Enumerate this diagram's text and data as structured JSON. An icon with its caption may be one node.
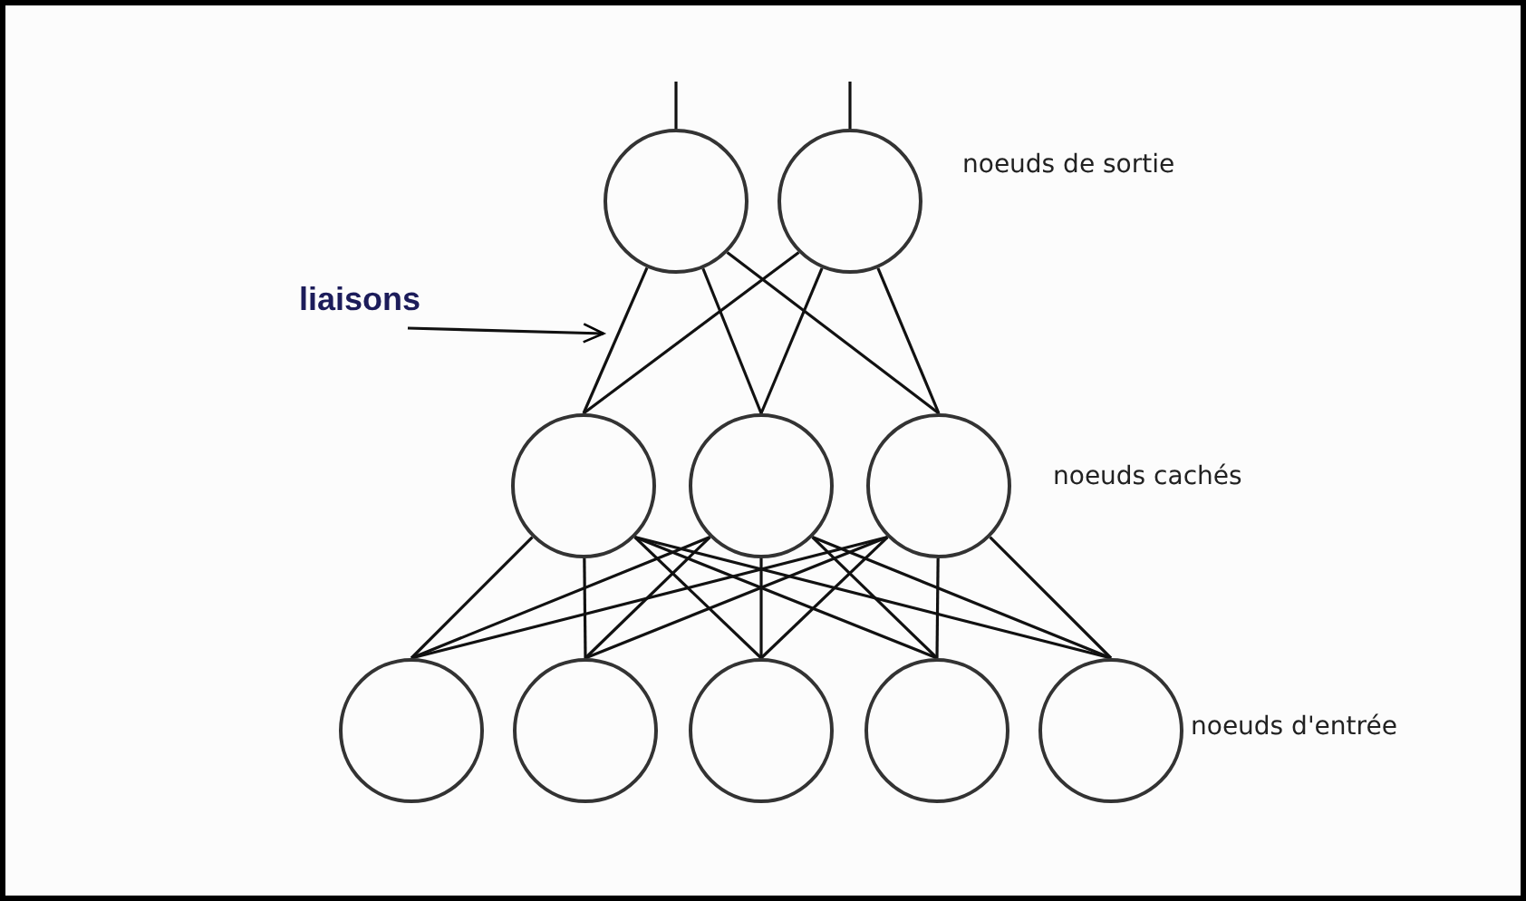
{
  "diagram": {
    "nodes": [
      {
        "text": [],
        "shape": "circle"
      },
      {
        "text": [],
        "shape": "circle"
      },
      {
        "text": [],
        "shape": "circle"
      },
      {
        "text": [],
        "shape": "circle"
      },
      {
        "text": [],
        "shape": "circle"
      },
      {
        "text": [],
        "shape": "circle"
      },
      {
        "text": [],
        "shape": "circle"
      },
      {
        "text": [],
        "shape": "circle"
      },
      {
        "text": [],
        "shape": "circle"
      },
      {
        "text": [],
        "shape": "circle"
      },
      {
        "text": [
          "liaisons"
        ]
      }
    ],
    "edges": [
      {
        "from": 2,
        "to": 0,
        "arrow": "none"
      },
      {
        "from": 2,
        "to": 1,
        "arrow": "none"
      },
      {
        "from": 3,
        "to": 0,
        "arrow": "none"
      },
      {
        "from": 3,
        "to": 1,
        "arrow": "none"
      },
      {
        "from": 4,
        "to": 0,
        "arrow": "none"
      },
      {
        "from": 4,
        "to": 1,
        "arrow": "none"
      },
      {
        "from": 5,
        "to": 2,
        "arrow": "none"
      },
      {
        "from": 5,
        "to": 3,
        "arrow": "none"
      },
      {
        "from": 5,
        "to": 4,
        "arrow": "none"
      },
      {
        "from": 6,
        "to": 2,
        "arrow": "none"
      },
      {
        "from": 6,
        "to": 3,
        "arrow": "none"
      },
      {
        "from": 6,
        "to": 4,
        "arrow": "none"
      },
      {
        "from": 7,
        "to": 2,
        "arrow": "none"
      },
      {
        "from": 7,
        "to": 3,
        "arrow": "none"
      },
      {
        "from": 7,
        "to": 4,
        "arrow": "none"
      },
      {
        "from": 8,
        "to": 2,
        "arrow": "none"
      },
      {
        "from": 8,
        "to": 3,
        "arrow": "none"
      },
      {
        "from": 8,
        "to": 4,
        "arrow": "none"
      },
      {
        "from": 9,
        "to": 2,
        "arrow": "none"
      },
      {
        "from": 9,
        "to": 3,
        "arrow": "none"
      },
      {
        "from": 9,
        "to": 4,
        "arrow": "none"
      },
      {
        "from": 0,
        "to": null,
        "arrow": "none"
      },
      {
        "from": 1,
        "to": null,
        "arrow": "none"
      },
      {
        "from": 10,
        "to": null,
        "arrow": "to"
      }
    ],
    "labels": [
      "noeuds de sortie",
      "noeuds cachés",
      "noeuds d'entrée"
    ]
  }
}
